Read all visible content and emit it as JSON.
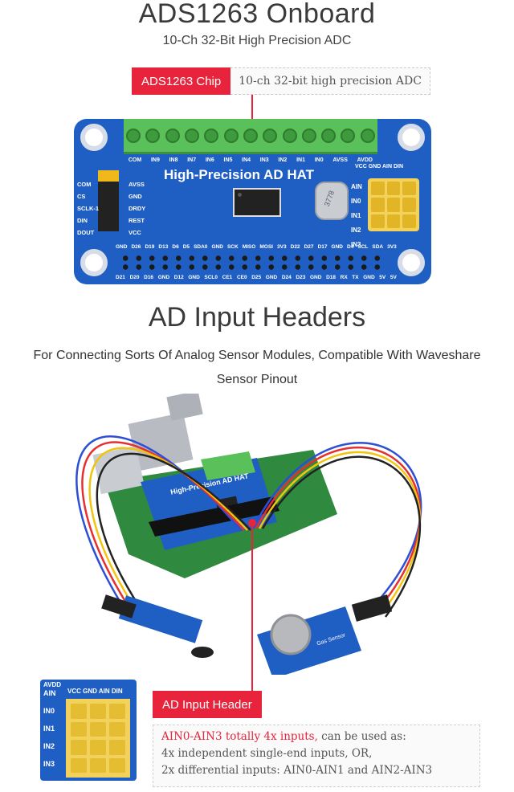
{
  "section1": {
    "title": "ADS1263 Onboard",
    "subtitle": "10-Ch 32-Bit High Precision ADC",
    "callout_tag": "ADS1263 Chip",
    "callout_text": "10-ch 32-bit high precision ADC"
  },
  "board": {
    "name": "High-Precision AD HAT",
    "crystal_text": "3778",
    "terminal_labels": [
      "COM",
      "IN9",
      "IN8",
      "IN7",
      "IN6",
      "IN5",
      "IN4",
      "IN3",
      "IN2",
      "IN1",
      "IN0",
      "AVSS",
      "AVDD"
    ],
    "left_labels": [
      "COM",
      "CS",
      "SCLK-1",
      "DIN",
      "DOUT"
    ],
    "right_labels": [
      "AVSS",
      "GND",
      "DRDY",
      "REST",
      "VCC"
    ],
    "ain_labels": [
      "AIN",
      "IN0",
      "IN1",
      "IN2",
      "IN3"
    ],
    "ain_top": "VCC GND AIN DIN",
    "gpio_top": [
      "GND",
      "D26",
      "D19",
      "D13",
      "D6",
      "D5",
      "SDA0",
      "GND",
      "SCK",
      "MISO",
      "MOSI",
      "3V3",
      "D22",
      "D27",
      "D17",
      "GND",
      "D4",
      "SCL",
      "SDA",
      "3V3"
    ],
    "gpio_bottom": [
      "D21",
      "D20",
      "D16",
      "GND",
      "D12",
      "GND",
      "SCL0",
      "CE1",
      "CE0",
      "D25",
      "GND",
      "D24",
      "D23",
      "GND",
      "D18",
      "RX",
      "TX",
      "GND",
      "5V",
      "5V"
    ]
  },
  "section2": {
    "title": "AD Input Headers",
    "subtitle_line1": "For Connecting Sorts Of Analog Sensor Modules, Compatible With Waveshare",
    "subtitle_line2": "Sensor Pinout",
    "sensor_label": "Gas Sensor",
    "photo_hat_label": "High-Precision AD HAT"
  },
  "header_detail": {
    "head_avdd": "AVDD",
    "head_cols": "VCC GND AIN DIN",
    "rows": [
      "AIN",
      "IN0",
      "IN1",
      "IN2",
      "IN3"
    ]
  },
  "callout2": {
    "tag": "AD Input Header",
    "highlight": "AIN0-AIN3 totally 4x inputs,",
    "line1_rest": " can be used as:",
    "line2": "4x independent single-end inputs, OR,",
    "line3": "2x differential inputs: AIN0-AIN1 and AIN2-AIN3"
  },
  "colors": {
    "accent": "#e7243b",
    "board_blue": "#1f5fc4",
    "terminal_green": "#5ac05a",
    "header_yellow": "#f2d25a"
  }
}
